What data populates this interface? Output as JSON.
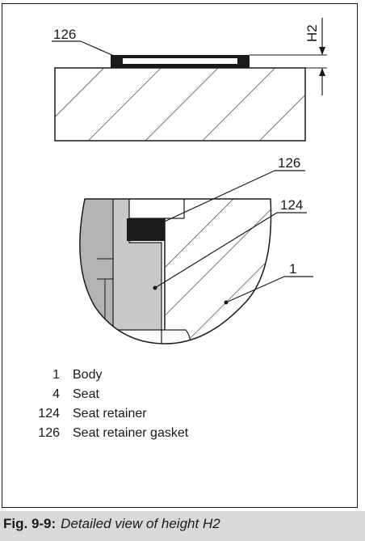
{
  "diagram": {
    "top_view": {
      "label_gasket": "126",
      "label_height": "H2"
    },
    "detail_view": {
      "label_gasket": "126",
      "label_retainer": "124",
      "label_body": "1"
    }
  },
  "legend": [
    {
      "number": "1",
      "text": "Body"
    },
    {
      "number": "4",
      "text": "Seat"
    },
    {
      "number": "124",
      "text": "Seat retainer"
    },
    {
      "number": "126",
      "text": "Seat retainer gasket"
    }
  ],
  "caption": {
    "label": "Fig. 9-9:",
    "text": "Detailed view of height H2"
  }
}
